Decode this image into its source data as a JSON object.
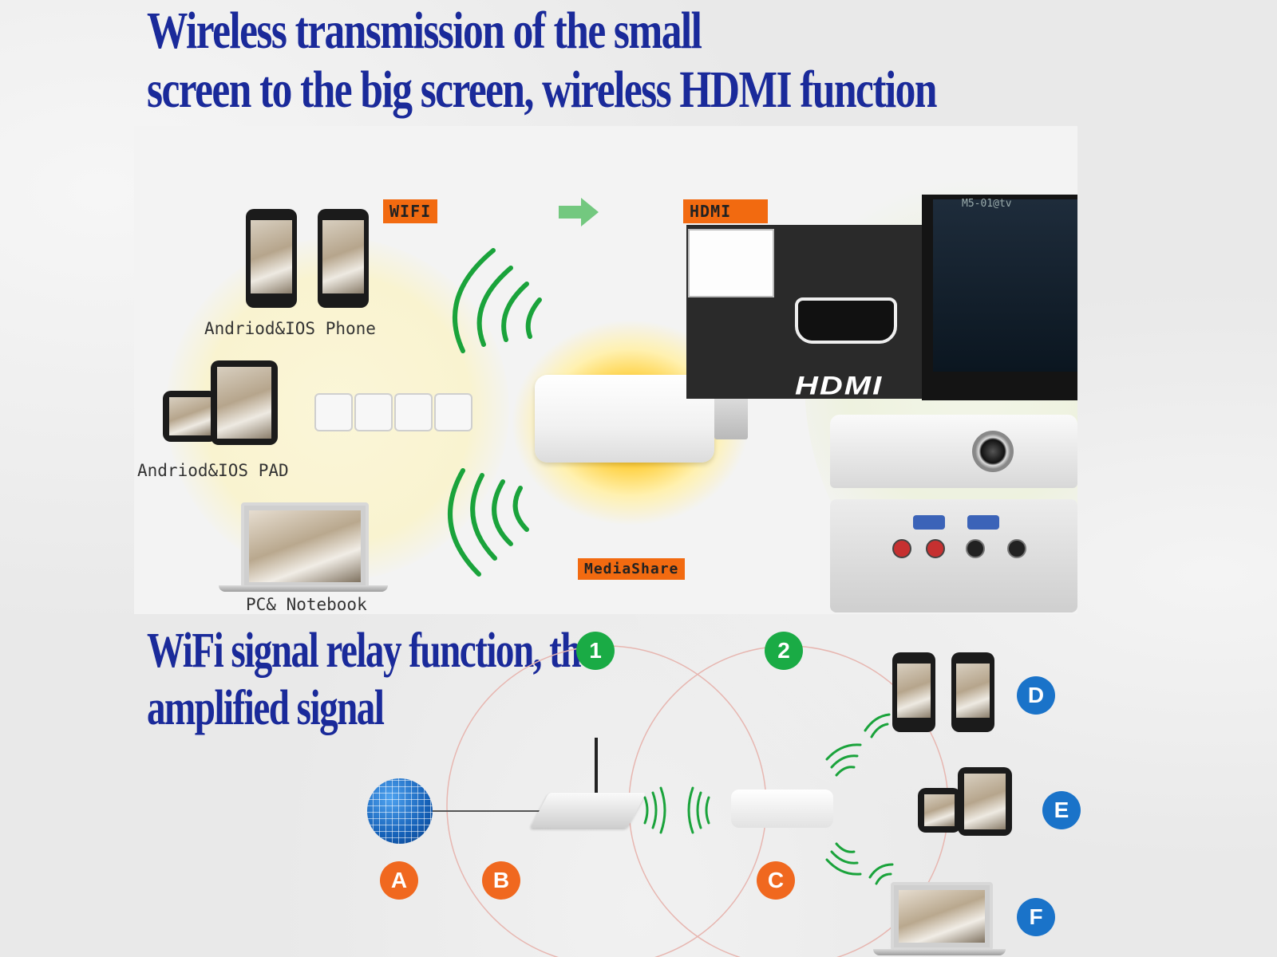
{
  "title_lines": [
    "Wireless transmission of the small",
    "screen to the big screen, wireless HDMI function"
  ],
  "top_diagram": {
    "wifi_tag": "WIFI",
    "hdmi_tag": "HDMI",
    "mediashare_tag": "MediaShare",
    "phone_caption": "Andriod&IOS Phone",
    "pad_caption": "Andriod&IOS PAD",
    "notebook_caption": "PC& Notebook",
    "hdmi_logo": "HDMI",
    "tv_label": "M5-01@tv",
    "feature_icons": [
      "wifi-icon",
      "dlna-icon",
      "airplay-icon",
      "cloud-icon"
    ]
  },
  "subtitle_lines": [
    "WiFi signal relay function, the",
    "amplified signal"
  ],
  "bottom_diagram": {
    "zone_labels": [
      "1",
      "2"
    ],
    "node_labels": [
      "A",
      "B",
      "C"
    ],
    "device_labels": [
      "D",
      "E",
      "F"
    ]
  },
  "colors": {
    "title_blue": "#1a2a9a",
    "tag_orange": "#f26a10",
    "signal_green": "#1aa33b",
    "zone_green": "#1aab45",
    "node_orange": "#f0681f",
    "device_blue": "#1a73c9"
  }
}
